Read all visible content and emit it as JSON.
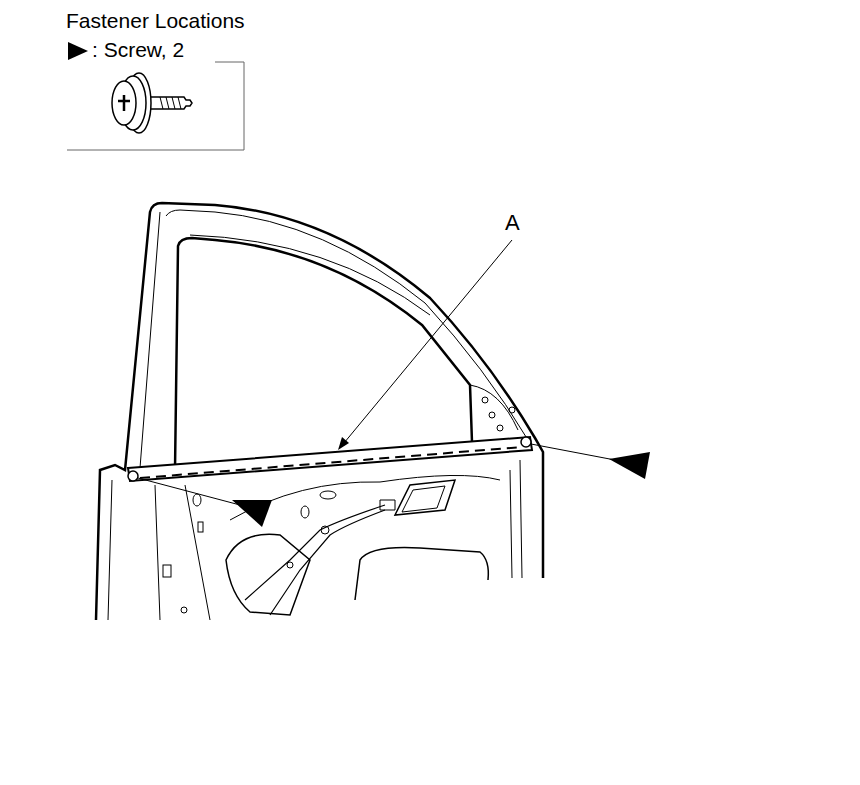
{
  "diagram": {
    "title": "Fastener Locations",
    "labels": [
      "A"
    ],
    "legend": [
      {
        "text": ": Screw, 2"
      }
    ]
  }
}
